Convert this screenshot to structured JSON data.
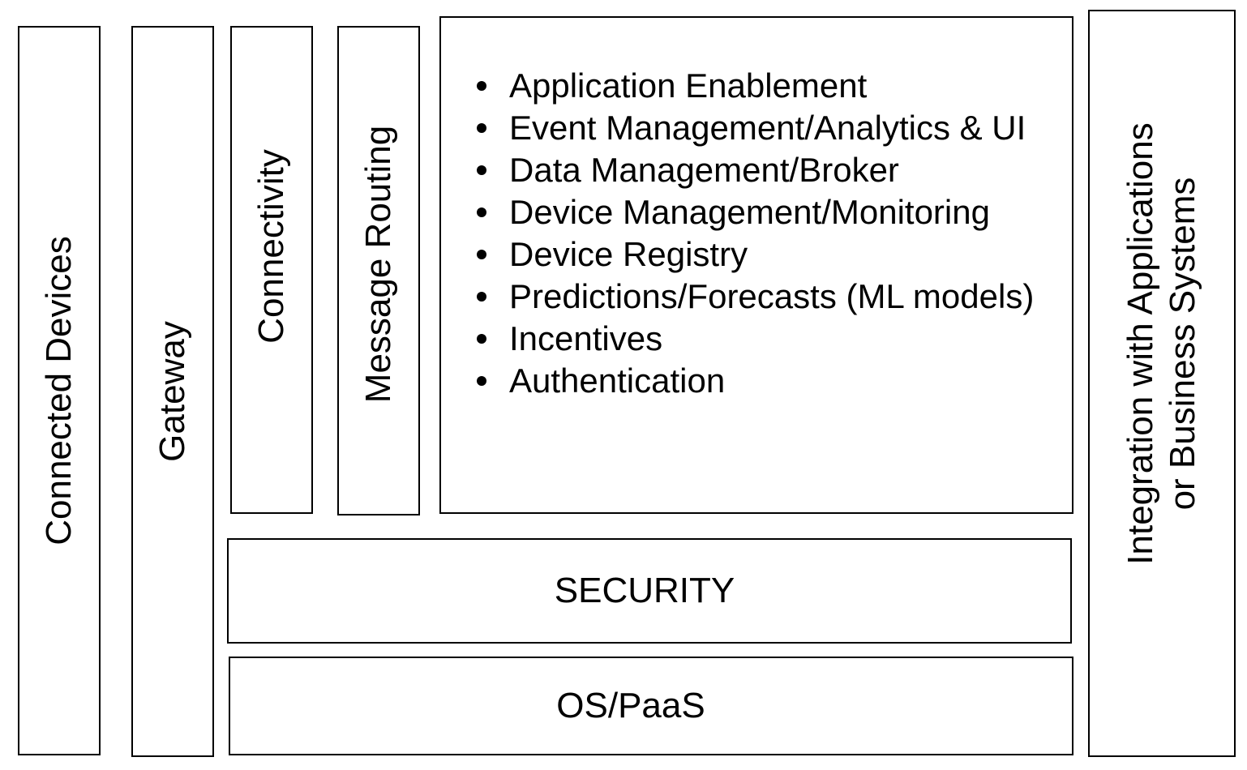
{
  "columns": {
    "connected_devices": "Connected Devices",
    "gateway": "Gateway",
    "connectivity": "Connectivity",
    "message_routing": "Message Routing"
  },
  "features": [
    "Application Enablement",
    "Event Management/Analytics & UI",
    "Data Management/Broker",
    "Device Management/Monitoring",
    "Device Registry",
    "Predictions/Forecasts (ML models)",
    "Incentives",
    "Authentication"
  ],
  "layers": {
    "security": "SECURITY",
    "os_paas": "OS/PaaS"
  },
  "integration": {
    "line1": "Integration with Applications",
    "line2": "or Business Systems"
  }
}
